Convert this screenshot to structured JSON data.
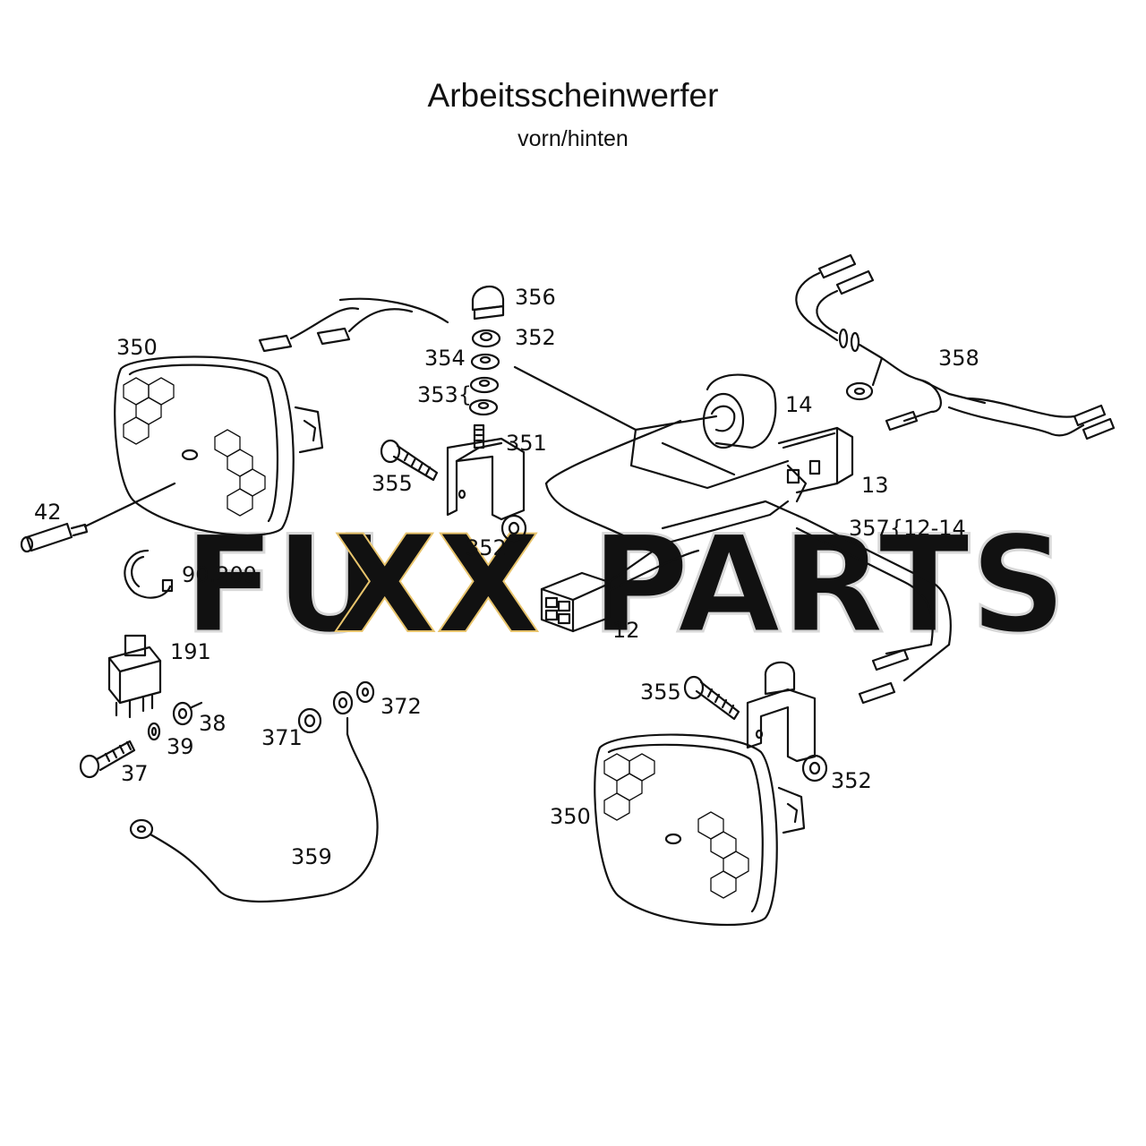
{
  "header": {
    "title": "Arbeitsscheinwerfer",
    "subtitle": "vorn/hinten"
  },
  "watermark": {
    "part1": "FU",
    "part2": "XX",
    "part3": "PARTS",
    "color_gray": "#d9d9d9",
    "color_yellow": "#f3d78f"
  },
  "callouts": {
    "c356": "356",
    "c352_top": "352",
    "c354": "354",
    "c353": "353{",
    "c351": "351",
    "c355_left": "355",
    "c352_mid": "352",
    "c350_left": "350",
    "c42": "42",
    "c90209": "90.209",
    "c191": "191",
    "c38": "38",
    "c39": "39",
    "c37": "37",
    "c371": "371",
    "c372": "372",
    "c359": "359",
    "c14": "14",
    "c13": "13",
    "c357": "357{12-14",
    "c12": "12",
    "c358": "358",
    "c355_right": "355",
    "c352_right": "352",
    "c350_right": "350"
  }
}
